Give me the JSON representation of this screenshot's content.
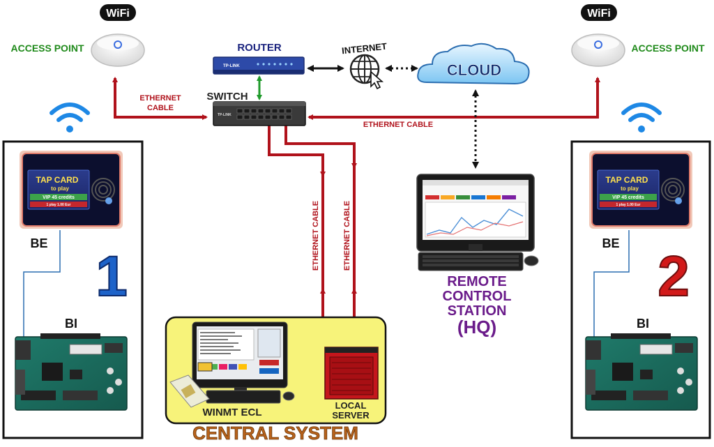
{
  "labels": {
    "wifi_logo": "WiFi",
    "access_point": "ACCESS POINT",
    "router": "ROUTER",
    "switch": "SWITCH",
    "internet": "INTERNET",
    "cloud": "CLOUD",
    "ethernet_cable_left_1": "ETHERNET",
    "ethernet_cable_left_2": "CABLE",
    "ethernet_cable_right": "ETHERNET  CABLE",
    "ethernet_cable_vertical": "ETHERNET  CABLE",
    "be": "BE",
    "bi": "BI",
    "tap_card_1": "TAP CARD",
    "tap_card_2": "to play",
    "vip_credits": "VIP 45  credits",
    "screen_bottom": "1 play    1.00 Eur",
    "number_1": "1",
    "number_2": "2",
    "remote_1": "REMOTE",
    "remote_2": "CONTROL",
    "remote_3": "STATION",
    "remote_4": "(HQ)",
    "winmt": "WINMT ECL",
    "local_1": "LOCAL",
    "local_2": "SERVER",
    "central": "CENTRAL SYSTEM",
    "router_brand": "TP-LINK",
    "switch_brand": "TP-LINK"
  },
  "colors": {
    "cable_red": "#b0121b",
    "link_green": "#1e9a2a",
    "access_green": "#1f8a1a",
    "navy": "#1a237e",
    "purple": "#6a1b8a",
    "number1_blue": "#1e63c9",
    "number2_red": "#d21a1a",
    "central_brown": "#b8621b",
    "wifi_blue": "#1e88e5",
    "central_yellow": "#f7f37a"
  }
}
